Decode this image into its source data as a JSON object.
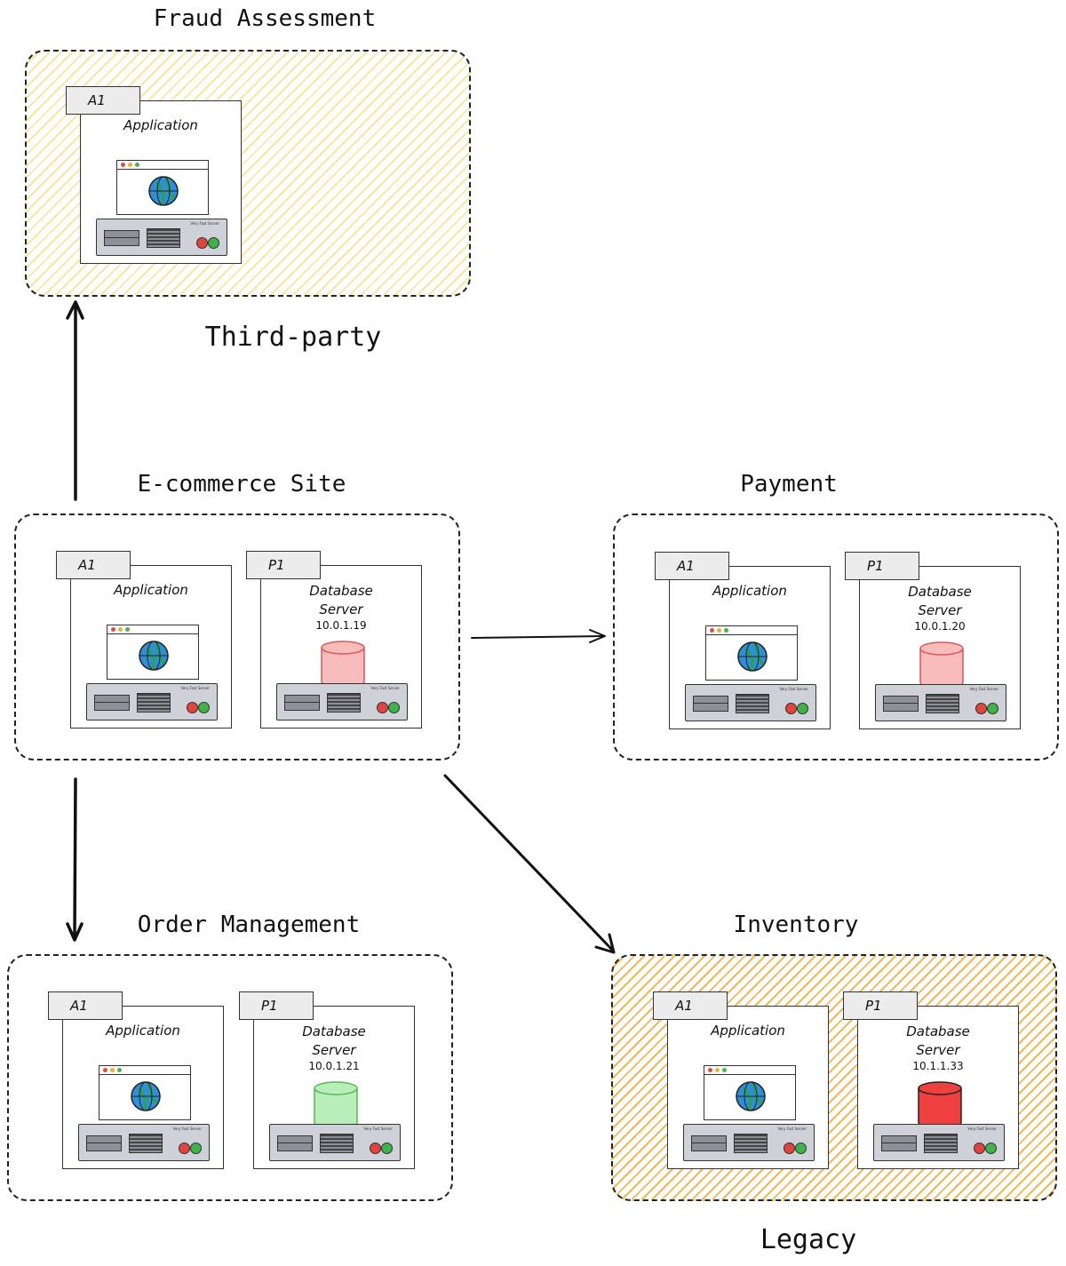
{
  "zones": {
    "fraud": {
      "title": "Fraud Assessment",
      "note": "Third-party",
      "fill": "#f0d25a"
    },
    "ecommerce": {
      "title": "E-commerce Site"
    },
    "payment": {
      "title": "Payment"
    },
    "order": {
      "title": "Order Management"
    },
    "inventory": {
      "title": "Inventory",
      "note": "Legacy",
      "fill": "#e8a01e"
    }
  },
  "nodes": {
    "app_tag": "A1",
    "app_label": "Application",
    "db_tag": "P1",
    "db_label_1": "Database",
    "db_label_2": "Server",
    "server_text": "Very Fast Server",
    "ecommerce_db_ip": "10.0.1.19",
    "payment_db_ip": "10.0.1.20",
    "order_db_ip": "10.0.1.21",
    "inventory_db_ip": "10.1.1.33"
  },
  "db_colors": {
    "ecommerce": "#f8bcbc",
    "payment": "#f8bcbc",
    "order": "#b7eeb9",
    "inventory": "#ef4040"
  },
  "icons": [
    "globe-icon",
    "server-icon",
    "database-cylinder-icon",
    "browser-window-icon"
  ],
  "edges": [
    {
      "from": "E-commerce Site",
      "to": "Fraud Assessment"
    },
    {
      "from": "E-commerce Site",
      "to": "Payment"
    },
    {
      "from": "E-commerce Site",
      "to": "Order Management"
    },
    {
      "from": "E-commerce Site",
      "to": "Inventory"
    }
  ]
}
